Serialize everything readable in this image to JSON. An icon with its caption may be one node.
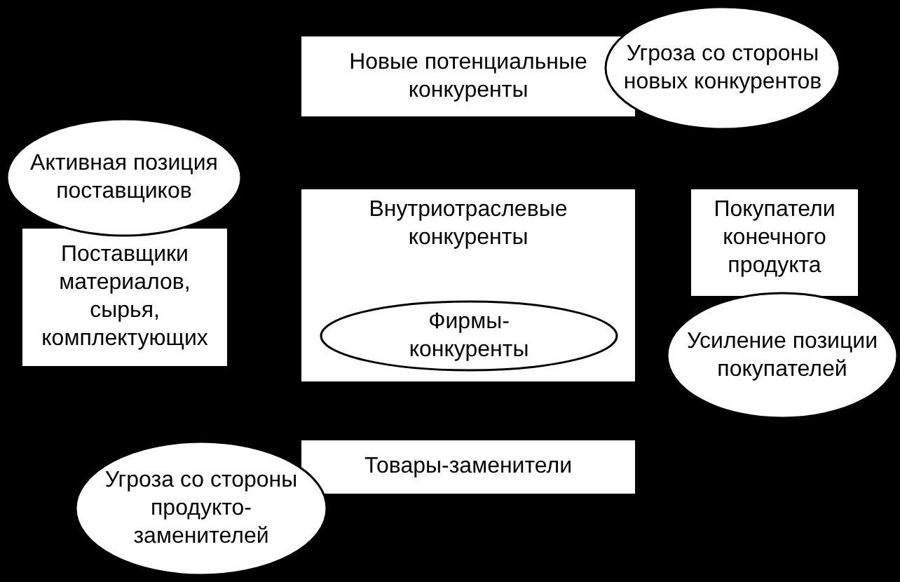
{
  "diagram": {
    "nodes": [
      {
        "text": [
          "Новые потенциальные конкуренты"
        ]
      },
      {
        "text": [
          "Угроза со стороны новых конкурентов"
        ]
      },
      {
        "text": [
          "Активная позиция поставщиков"
        ]
      },
      {
        "text": [
          "Поставщики материалов, сырья, комплектующих"
        ]
      },
      {
        "text": [
          "Внутриотраслевые конкуренты"
        ]
      },
      {
        "text": [
          "Фирмы-конкуренты"
        ],
        "in": 4
      },
      {
        "text": [
          "Покупатели конечного продукта"
        ]
      },
      {
        "text": [
          "Усиление позиции покупателей"
        ]
      },
      {
        "text": [
          "Угроза со стороны продукто-заменителей"
        ]
      },
      {
        "text": [
          "Товары-заменители"
        ]
      }
    ]
  }
}
